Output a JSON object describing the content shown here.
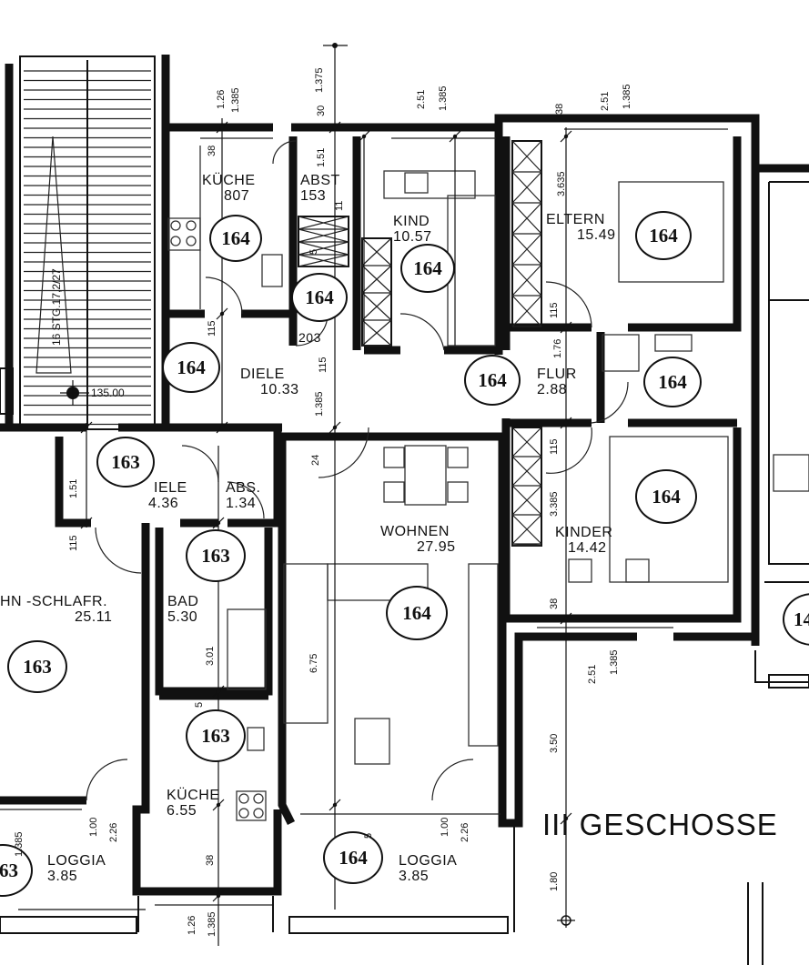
{
  "title": "III GESCHOSSE",
  "rooms": {
    "kueche_top": {
      "name": "KÜCHE",
      "area": "807"
    },
    "abst": {
      "name": "ABST",
      "area": "153"
    },
    "kind": {
      "name": "KIND",
      "area": "10.57"
    },
    "eltern": {
      "name": "ELTERN",
      "area": "15.49"
    },
    "diele_top": {
      "name": "DIELE",
      "area": "10.33"
    },
    "flur": {
      "name": "FLUR",
      "area": "2.88"
    },
    "small_203": {
      "name": "",
      "area": "203"
    },
    "diele_left": {
      "name": "IELE",
      "area": "4.36"
    },
    "abs_left": {
      "name": "ABS.",
      "area": "1.34"
    },
    "wohnen": {
      "name": "WOHNEN",
      "area": "27.95"
    },
    "kinder": {
      "name": "KINDER",
      "area": "14.42"
    },
    "wohn_schlafr": {
      "name": "HN -SCHLAFR.",
      "area": "25.11"
    },
    "bad": {
      "name": "BAD",
      "area": "5.30"
    },
    "kueche_bottom": {
      "name": "KÜCHE",
      "area": "6.55"
    },
    "loggia_left": {
      "name": "LOGGIA",
      "area": "3.85"
    },
    "loggia_right": {
      "name": "LOGGIA",
      "area": "3.85"
    }
  },
  "badges": {
    "kueche_top": "164",
    "small_room": "164",
    "kind": "164",
    "eltern": "164",
    "diele": "164",
    "flur": "164",
    "flur_right": "164",
    "diele_left": "163",
    "bad": "163",
    "kinder": "164",
    "wohnen": "164",
    "wohn_schlafr": "163",
    "kueche_bottom": "163",
    "loggia": "164",
    "cut_left": "63",
    "cut_right": "14"
  },
  "dimensions": {
    "d_126_top": "1.26",
    "d_1385_top": "1.385",
    "d_1375": "1.375",
    "d_30": "30",
    "d_251_kind": "2.51",
    "d_1385_kind": "1.385",
    "d_38_eltern": "38",
    "d_251_eltern": "2.51",
    "d_1385_eltern": "1.385",
    "d_38_kueche": "38",
    "d_151_abst": "1.51",
    "d_11_abst": "11",
    "d_5_abst": "5",
    "d_363": "3.635",
    "d_115_eltern": "115",
    "d_115_diele": "115",
    "d_115_small": "115",
    "d_176": "1.76",
    "d_138_diele": "1.385",
    "d_24": "24",
    "d_115_kinder": "115",
    "d_338": "3.385",
    "d_151_left": "1.51",
    "d_115_left": "115",
    "d_301": "3.01",
    "d_675": "6.75",
    "d_38_kinder": "38",
    "d_251_bottom": "2.51",
    "d_1385_bottom": "1.385",
    "d_350": "3.50",
    "d_180": "1.80",
    "d_100_left": "1.00",
    "d_226_left": "2.26",
    "d_100_right": "1.00",
    "d_226_right": "2.26",
    "d_38_bottom": "38",
    "d_126_bottom": "1.26",
    "d_1385_btm": "1.385",
    "d_5_loggia": "5",
    "d_5_kueche": "5",
    "d_1385_cut": "1.385"
  },
  "stair": {
    "label": "16 STG.17,2/27",
    "level": "135.00"
  }
}
